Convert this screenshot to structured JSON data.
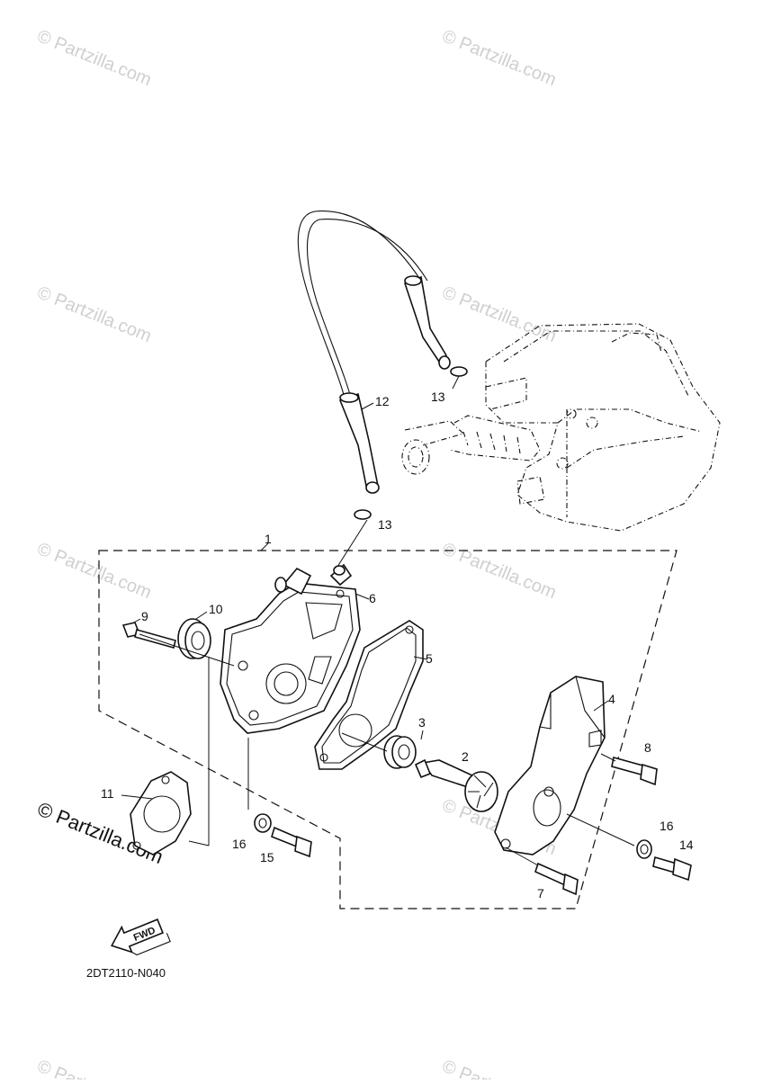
{
  "diagram": {
    "code": "2DT2110-N040",
    "fwd_label": "FWD",
    "callouts": [
      {
        "id": "c1",
        "label": "1"
      },
      {
        "id": "c2",
        "label": "2"
      },
      {
        "id": "c3",
        "label": "3"
      },
      {
        "id": "c4",
        "label": "4"
      },
      {
        "id": "c5",
        "label": "5"
      },
      {
        "id": "c6",
        "label": "6"
      },
      {
        "id": "c7",
        "label": "7"
      },
      {
        "id": "c8",
        "label": "8"
      },
      {
        "id": "c9",
        "label": "9"
      },
      {
        "id": "c10",
        "label": "10"
      },
      {
        "id": "c11",
        "label": "11"
      },
      {
        "id": "c12",
        "label": "12"
      },
      {
        "id": "c13a",
        "label": "13"
      },
      {
        "id": "c13b",
        "label": "13"
      },
      {
        "id": "c14",
        "label": "14"
      },
      {
        "id": "c15",
        "label": "15"
      },
      {
        "id": "c16a",
        "label": "16"
      },
      {
        "id": "c16b",
        "label": "16"
      }
    ]
  },
  "watermark": {
    "text": "© Partzilla.com",
    "main_text": "© Partzilla.com"
  },
  "colors": {
    "line": "#111111",
    "watermark": "#cfcfcf",
    "background": "#ffffff"
  }
}
